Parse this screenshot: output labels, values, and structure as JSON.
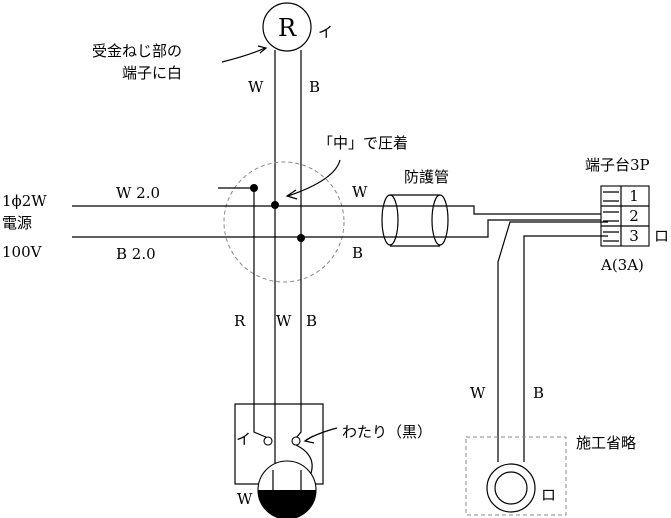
{
  "lamp_R": {
    "symbol": "R",
    "terminal_label": "イ"
  },
  "callout_screw": {
    "line1": "受金ねじ部の",
    "line2": "端子に白"
  },
  "riser_labels": {
    "w": "W",
    "b": "B"
  },
  "crimp_note": "「中」で圧着",
  "source": {
    "line1": "1ϕ2W",
    "line2": "電源",
    "line3": "100V"
  },
  "mains_labels": {
    "top": "W 2.0",
    "bottom": "B 2.0"
  },
  "right_wire_labels": {
    "w": "W",
    "b": "B"
  },
  "conduit_label": "防護管",
  "terminal_block": {
    "title": "端子台3P",
    "rows": [
      "1",
      "2",
      "3"
    ],
    "row3_mark": "ロ",
    "rating": "A(3A)"
  },
  "drop_labels": {
    "r": "R",
    "w": "W",
    "b": "B"
  },
  "switch": {
    "i_label": "イ",
    "jumper_note": "わたり（黒）",
    "w_label": "W"
  },
  "outlet_drop_labels": {
    "w": "W",
    "b": "B"
  },
  "omitted_note": "施工省略",
  "lamp_ro": {
    "label": "ロ"
  }
}
